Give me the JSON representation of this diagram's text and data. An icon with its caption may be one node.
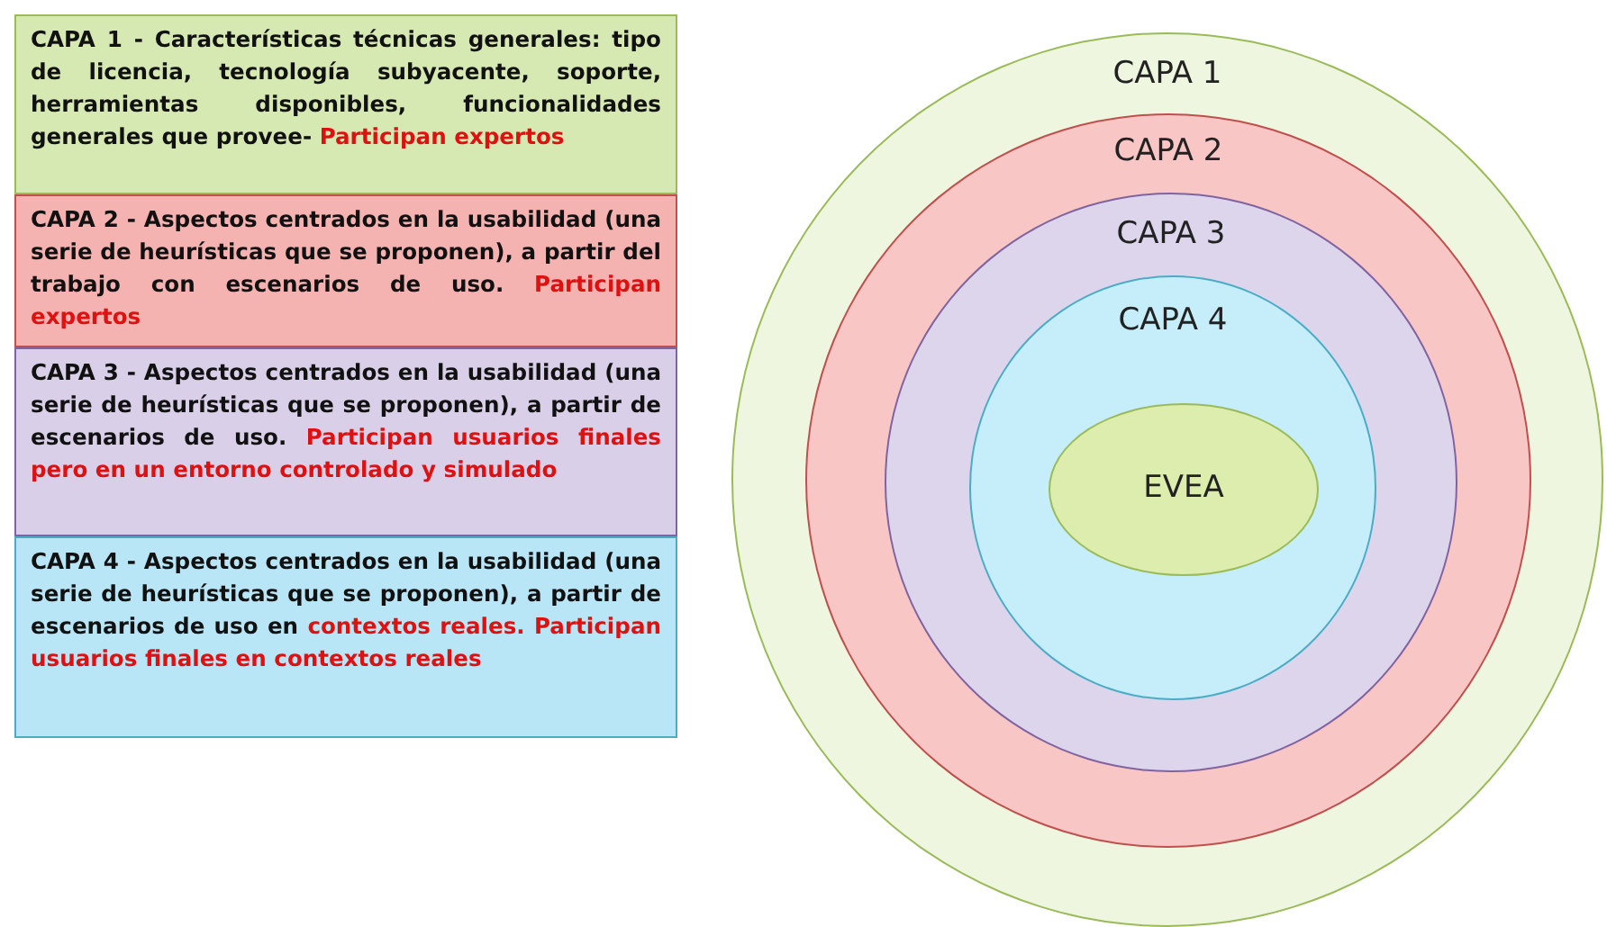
{
  "diagram": {
    "nodes": [
      {
        "text": [
          "CAPA 1 - Características técnicas generales: tipo de licencia, tecnología subyacente, soporte, herramientas disponibles, funcionalidades generales que provee-",
          "Participan expertos"
        ]
      },
      {
        "text": [
          "CAPA 2 - Aspectos centrados en la usabilidad (una serie de heurísticas que se proponen), a partir del trabajo con escenarios de uso.",
          "Participan expertos"
        ]
      },
      {
        "text": [
          "CAPA 3 - Aspectos centrados en la usabilidad (una serie de heurísticas que se proponen), a partir de escenarios de uso.",
          "Participan usuarios finales pero en un entorno controlado y simulado"
        ]
      },
      {
        "text": [
          "CAPA 4 - Aspectos centrados en la usabilidad (una serie de heurísticas que se proponen), a partir de escenarios de uso en",
          "contextos reales.",
          "Participan usuarios finales en contextos reales"
        ]
      },
      {
        "text": [
          "CAPA 1"
        ]
      },
      {
        "text": [
          "CAPA 2"
        ],
        "in": 4
      },
      {
        "text": [
          "CAPA 3"
        ],
        "in": 5
      },
      {
        "text": [
          "CAPA 4"
        ],
        "in": 6
      },
      {
        "text": [
          "EVEA"
        ],
        "in": 7
      }
    ]
  }
}
